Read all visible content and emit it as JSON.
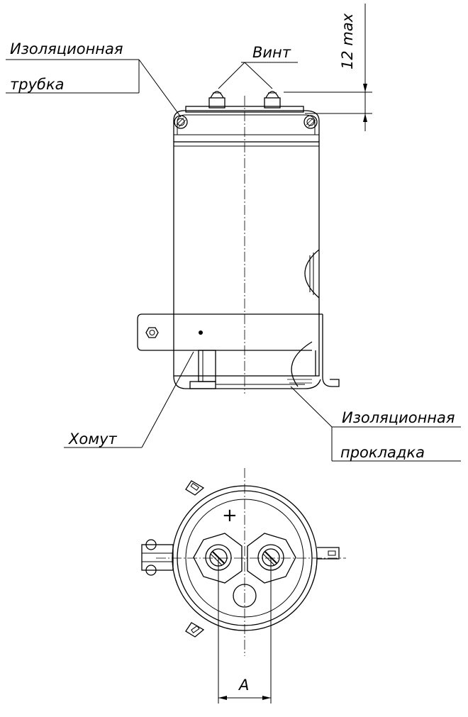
{
  "labels": {
    "insulating_tube_line1": "Изоляционная",
    "insulating_tube_line2": "трубка",
    "screw": "Винт",
    "clamp": "Хомут",
    "insulating_gasket_line1": "Изоляционная",
    "insulating_gasket_line2": "прокладка",
    "dimension_max": "12 max",
    "dimension_a": "A",
    "polarity_plus": "+"
  }
}
